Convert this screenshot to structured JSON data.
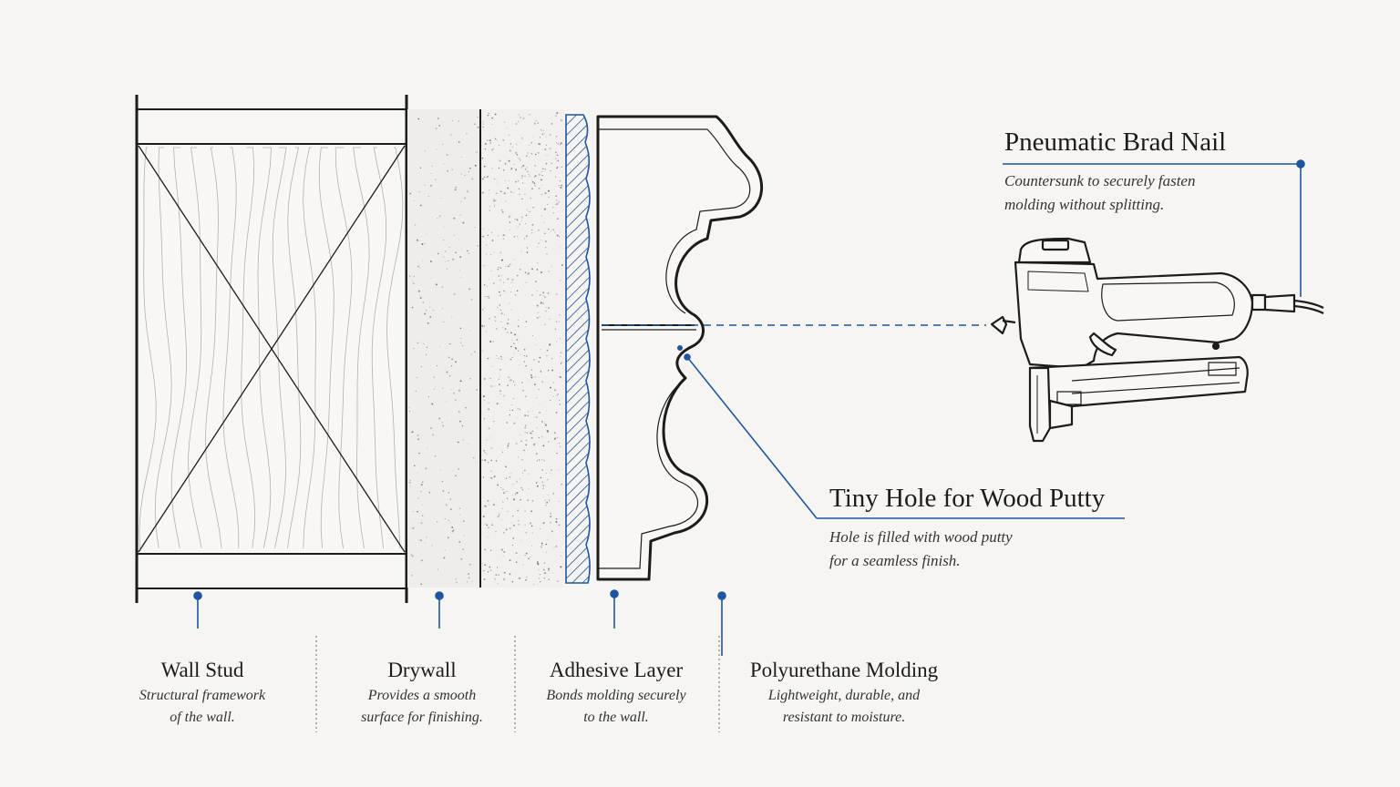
{
  "colors": {
    "accent": "#1f55a0",
    "ink": "#1c1c1c",
    "paper": "#f6f5f1"
  },
  "layers": [
    {
      "title": "Wall Stud",
      "desc_line1": "Structural framework",
      "desc_line2": "of the wall."
    },
    {
      "title": "Drywall",
      "desc_line1": "Provides a smooth",
      "desc_line2": "surface for finishing."
    },
    {
      "title": "Adhesive Layer",
      "desc_line1": "Bonds molding securely",
      "desc_line2": "to the wall."
    },
    {
      "title": "Polyurethane Molding",
      "desc_line1": "Lightweight, durable, and",
      "desc_line2": "resistant to moisture."
    }
  ],
  "callouts": {
    "brad_nail": {
      "title": "Pneumatic Brad Nail",
      "desc_line1": "Countersunk to securely fasten",
      "desc_line2": "molding without splitting."
    },
    "putty_hole": {
      "title": "Tiny Hole for Wood Putty",
      "desc_line1": "Hole is filled with wood putty",
      "desc_line2": "for a seamless finish."
    }
  }
}
